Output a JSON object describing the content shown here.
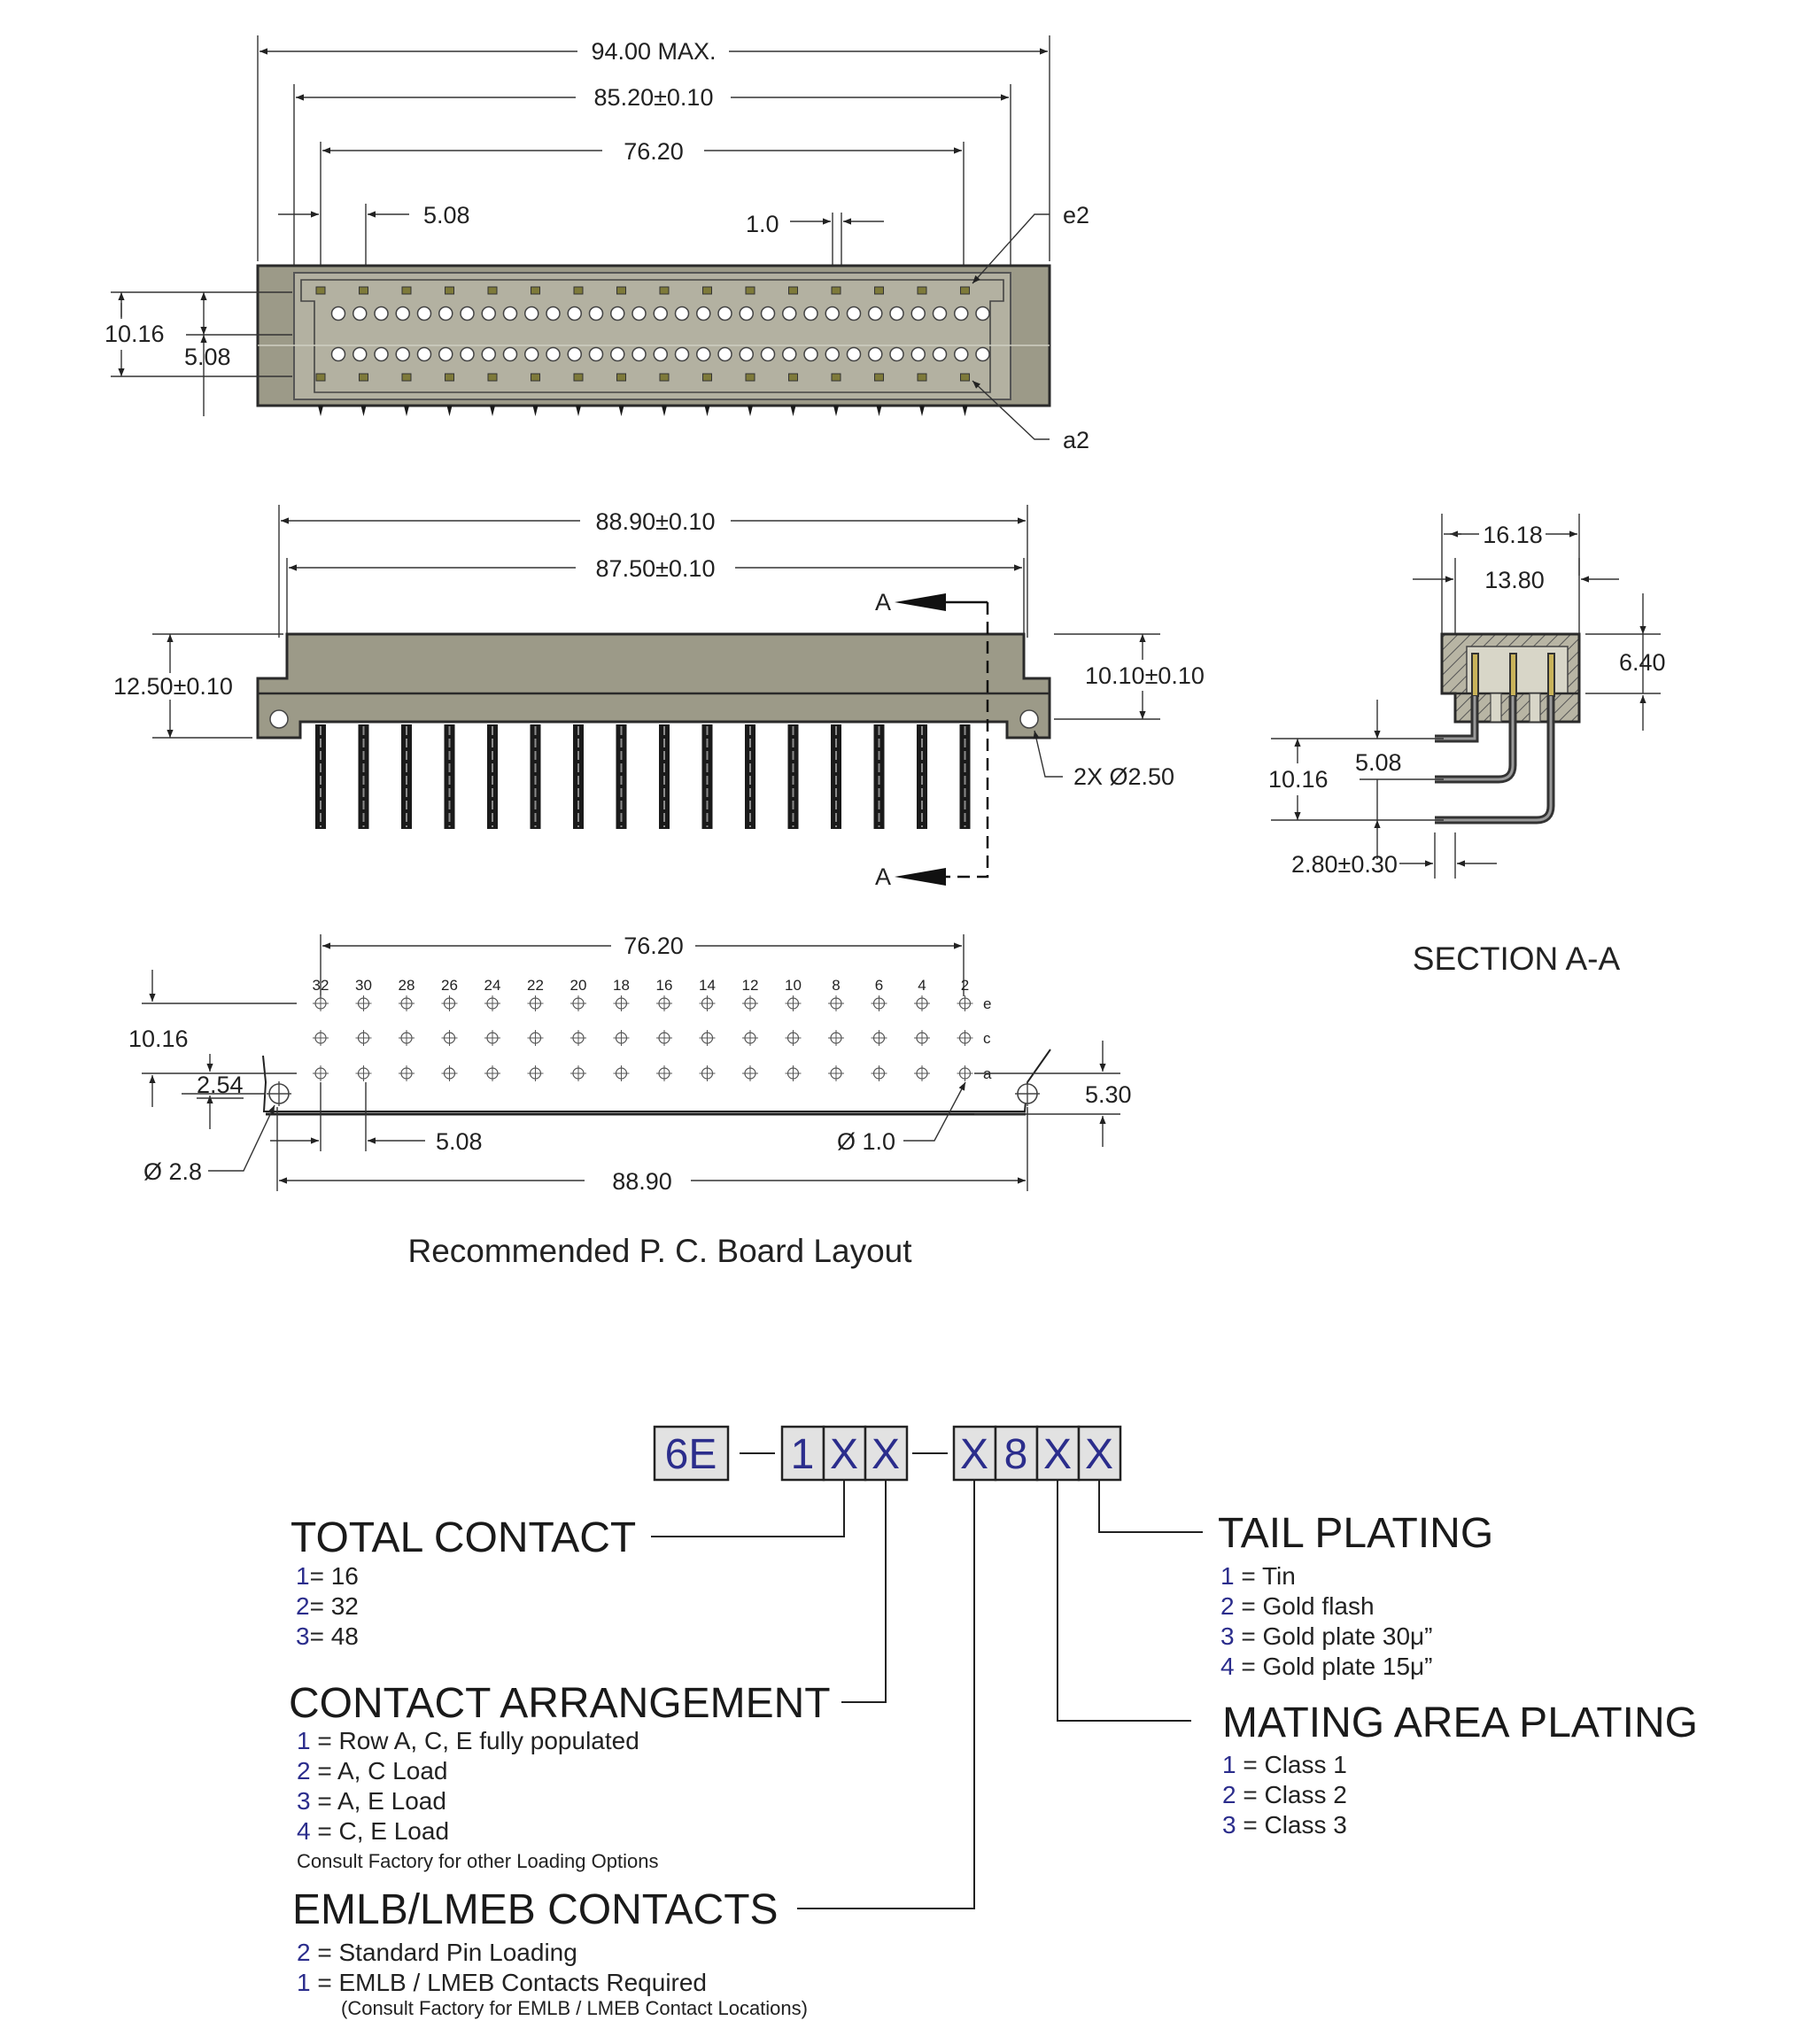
{
  "top_view": {
    "dim_overall": "94.00 MAX.",
    "dim_mount": "85.20±0.10",
    "dim_pitch_span": "76.20",
    "dim_pitch": "5.08",
    "dim_pin": "1.0",
    "label_e2": "e2",
    "label_a2": "a2",
    "dim_height_total": "10.16",
    "dim_height_row": "5.08"
  },
  "side_view": {
    "dim_overall": "88.90±0.10",
    "dim_body": "87.50±0.10",
    "dim_height_left": "12.50±0.10",
    "dim_height_right": "10.10±0.10",
    "dim_holes": "2X Ø2.50",
    "section_mark": "A"
  },
  "section_view": {
    "dim_width_outer": "16.18",
    "dim_width_inner": "13.80",
    "dim_height": "6.40",
    "dim_row_pitch": "5.08",
    "dim_rows_total": "10.16",
    "dim_offset": "2.80±0.30",
    "caption": "SECTION A-A"
  },
  "pcb_layout": {
    "dim_pitch_span": "76.20",
    "column_numbers": [
      "32",
      "30",
      "28",
      "26",
      "24",
      "22",
      "20",
      "18",
      "16",
      "14",
      "12",
      "10",
      "8",
      "6",
      "4",
      "2"
    ],
    "row_labels": [
      "e",
      "c",
      "a"
    ],
    "dim_rows_total": "10.16",
    "dim_hole_offset": "2.54",
    "dim_edge": "5.30",
    "dim_pitch": "5.08",
    "dim_pin_hole": "Ø 1.0",
    "dim_mount_hole": "Ø 2.8",
    "dim_overall": "88.90",
    "caption": "Recommended P. C. Board Layout"
  },
  "part_number": {
    "boxes": [
      "6E",
      "1",
      "X",
      "X",
      "X",
      "8",
      "X",
      "X"
    ],
    "total_contact": {
      "title": "TOTAL CONTACT",
      "options": [
        {
          "key": "1",
          "text": "= 16"
        },
        {
          "key": "2",
          "text": "= 32"
        },
        {
          "key": "3",
          "text": "= 48"
        }
      ]
    },
    "contact_arrangement": {
      "title": "CONTACT ARRANGEMENT",
      "options": [
        {
          "key": "1",
          "text": " = Row A, C, E fully populated"
        },
        {
          "key": "2",
          "text": " = A, C Load"
        },
        {
          "key": "3",
          "text": " = A, E Load"
        },
        {
          "key": "4",
          "text": " = C, E Load"
        }
      ],
      "note": "Consult Factory for other Loading Options"
    },
    "emlb_contacts": {
      "title": "EMLB/LMEB CONTACTS",
      "options": [
        {
          "key": "2",
          "text": " =  Standard Pin Loading"
        },
        {
          "key": "1",
          "text": " =  EMLB / LMEB Contacts Required"
        }
      ],
      "note": "(Consult Factory for EMLB / LMEB Contact Locations)"
    },
    "tail_plating": {
      "title": "TAIL PLATING",
      "options": [
        {
          "key": "1",
          "text": " = Tin"
        },
        {
          "key": "2",
          "text": " = Gold flash"
        },
        {
          "key": "3",
          "text": " = Gold plate 30μ”"
        },
        {
          "key": "4",
          "text": " = Gold plate 15μ”"
        }
      ]
    },
    "mating_area_plating": {
      "title": "MATING AREA PLATING",
      "options": [
        {
          "key": "1",
          "text": " = Class 1"
        },
        {
          "key": "2",
          "text": " = Class 2"
        },
        {
          "key": "3",
          "text": " = Class 3"
        }
      ]
    }
  }
}
